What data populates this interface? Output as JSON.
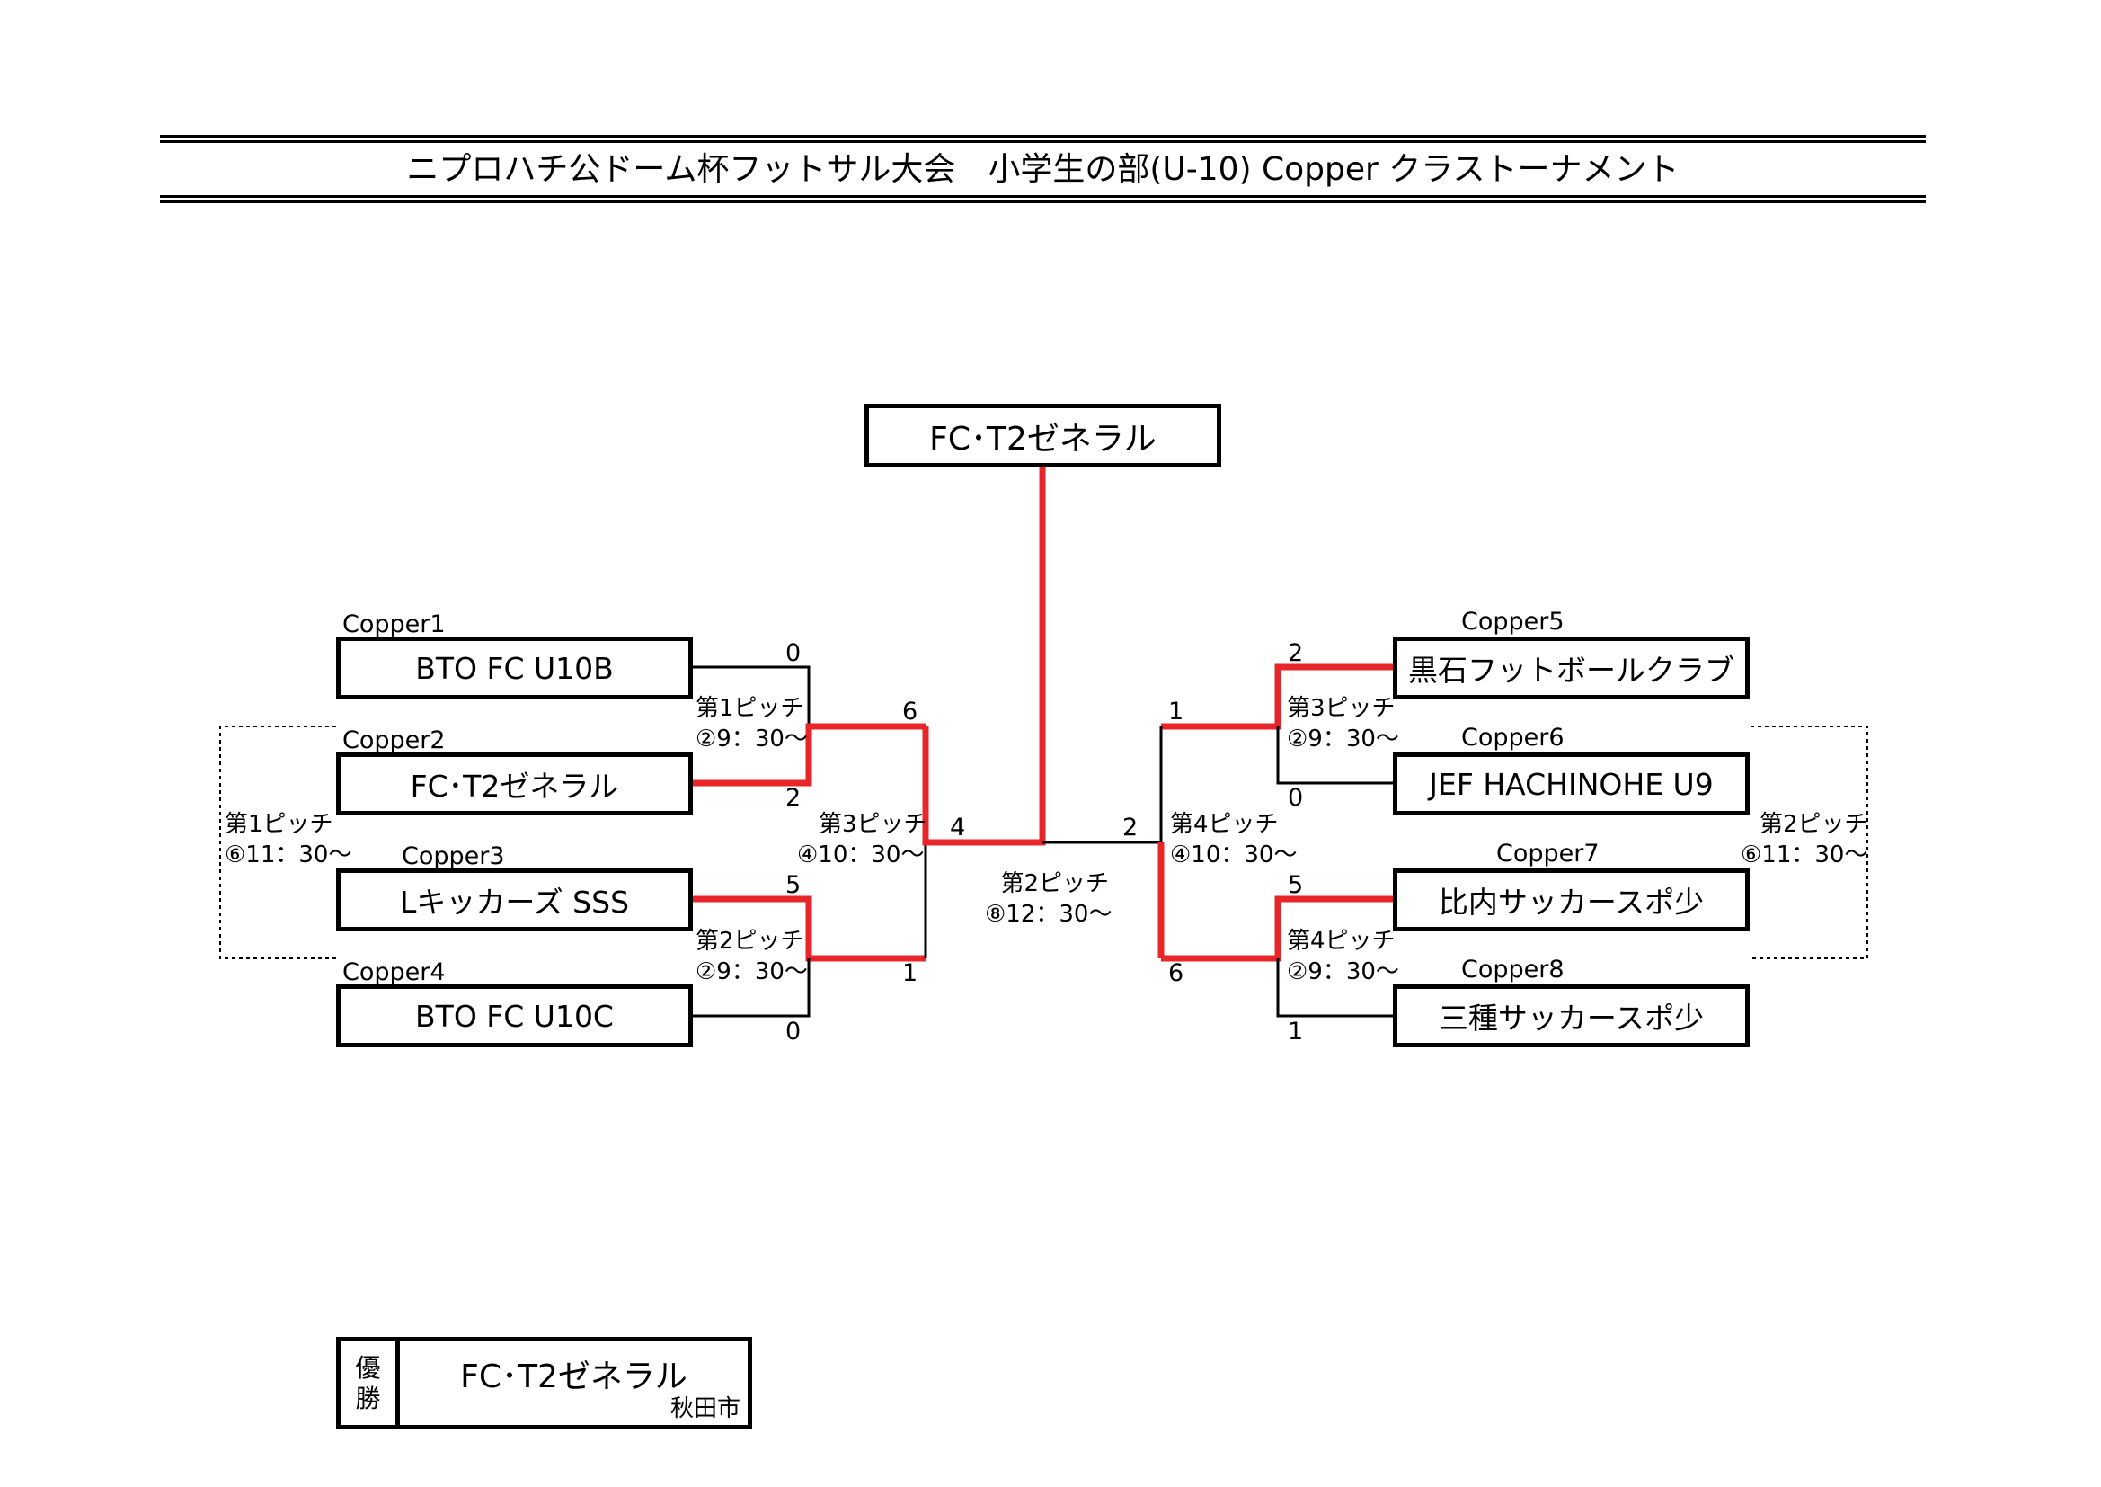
{
  "title": "ニプロハチ公ドーム杯フットサル大会　小学生の部(U-10)  Copper クラストーナメント",
  "winner_top": "FC･T2ゼネラル",
  "teams": [
    {
      "seed": "Copper1",
      "name": "BTO FC U10B"
    },
    {
      "seed": "Copper2",
      "name": "FC･T2ゼネラル"
    },
    {
      "seed": "Copper3",
      "name": "Lキッカーズ SSS"
    },
    {
      "seed": "Copper4",
      "name": "BTO FC U10C"
    },
    {
      "seed": "Copper5",
      "name": "黒石フットボールクラブ"
    },
    {
      "seed": "Copper6",
      "name": "JEF HACHINOHE U9"
    },
    {
      "seed": "Copper7",
      "name": "比内サッカースポ少"
    },
    {
      "seed": "Copper8",
      "name": "三種サッカースポ少"
    }
  ],
  "scores": {
    "m1_a": "0",
    "m1_b": "2",
    "m2_a": "5",
    "m2_b": "0",
    "m3_a": "6",
    "m3_b": "1",
    "m4_a": "2",
    "m4_b": "0",
    "m5_a": "5",
    "m5_b": "1",
    "m6_a": "1",
    "m6_b": "6",
    "final_l": "4",
    "final_r": "2"
  },
  "pitches": {
    "m1": {
      "pitch": "第1ピッチ",
      "time": "②9：30～"
    },
    "m2": {
      "pitch": "第2ピッチ",
      "time": "②9：30～"
    },
    "m3": {
      "pitch": "第3ピッチ",
      "time": "④10：30～"
    },
    "m4": {
      "pitch": "第3ピッチ",
      "time": "②9：30～"
    },
    "m5": {
      "pitch": "第4ピッチ",
      "time": "②9：30～"
    },
    "m6": {
      "pitch": "第4ピッチ",
      "time": "④10：30～"
    },
    "final": {
      "pitch": "第2ピッチ",
      "time": "⑧12：30～"
    },
    "cons_l": {
      "pitch": "第1ピッチ",
      "time": "⑥11：30～"
    },
    "cons_r": {
      "pitch": "第2ピッチ",
      "time": "⑥11：30～"
    }
  },
  "champion": {
    "label_1": "優",
    "label_2": "勝",
    "name": "FC･T2ゼネラル",
    "city": "秋田市"
  },
  "colors": {
    "win_line": "#e8262a",
    "line": "#000000"
  }
}
